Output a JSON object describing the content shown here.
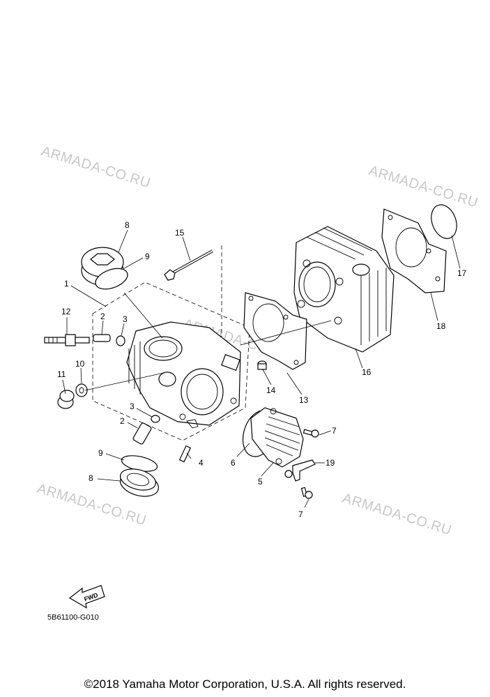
{
  "watermarks": [
    "ARMADA-CO.RU",
    "ARMADA-CO.RU",
    "ARMADA-CO.RU",
    "ARMADA-CO.RU",
    "ARMADA-CO.RU"
  ],
  "callouts": [
    "8",
    "9",
    "15",
    "1",
    "12",
    "2",
    "3",
    "10",
    "11",
    "3",
    "2",
    "4",
    "9",
    "8",
    "13",
    "14",
    "16",
    "18",
    "17",
    "7",
    "6",
    "19",
    "5",
    "7"
  ],
  "fwd_label": "FWD",
  "diagram_code": "5B61100-G010",
  "copyright": "©2018 Yamaha Motor Corporation, U.S.A. All rights reserved."
}
